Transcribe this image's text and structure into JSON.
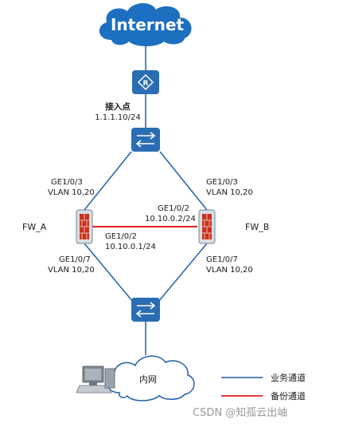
{
  "colors": {
    "business_channel": "#1f5fa8",
    "backup_channel": "#e02020",
    "device_blue": "#2a6db5",
    "cloud_blue": "#1d6fc0",
    "firewall_red": "#c8321e"
  },
  "internet": {
    "label": "Internet",
    "icon": "cloud-icon"
  },
  "router": {
    "icon": "router-icon"
  },
  "access_point": {
    "name": "接入点",
    "ip": "1.1.1.10/24"
  },
  "top_switch": {
    "icon": "switch-icon"
  },
  "bottom_switch": {
    "icon": "switch-icon"
  },
  "fw_a": {
    "name": "FW_A",
    "icon": "firewall-icon",
    "upper_port": "GE1/0/3",
    "upper_vlan": "VLAN 10,20",
    "lower_port": "GE1/0/7",
    "lower_vlan": "VLAN 10,20",
    "hb_port": "GE1/0/2",
    "hb_ip": "10.10.0.1/24"
  },
  "fw_b": {
    "name": "FW_B",
    "icon": "firewall-icon",
    "upper_port": "GE1/0/3",
    "upper_vlan": "VLAN 10,20",
    "lower_port": "GE1/0/7",
    "lower_vlan": "VLAN 10,20",
    "hb_port": "GE1/0/2",
    "hb_ip": "10.10.0.2/24"
  },
  "intranet": {
    "label": "内网",
    "icon": "pc-icon"
  },
  "legend": {
    "business": "业务通道",
    "backup": "备份通道"
  },
  "watermark": "CSDN @知孤云出岫"
}
